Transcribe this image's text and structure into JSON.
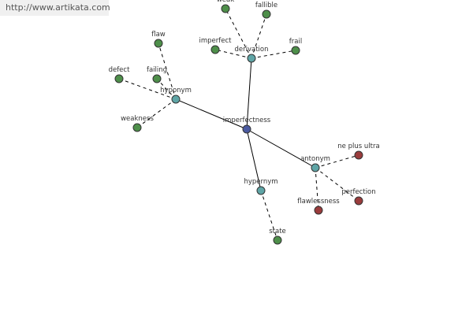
{
  "watermark": {
    "url": "http://www.artikata.com"
  },
  "colors": {
    "root": "#4a5aa0",
    "relation": "#5fa5a6",
    "related_word": "#4e8f4a",
    "antonym_word": "#9a3c3c"
  },
  "graph": {
    "root": {
      "label": "imperfectness"
    },
    "relations": [
      {
        "label": "hyponym",
        "words": [
          "flaw",
          "defect",
          "failing",
          "weakness"
        ]
      },
      {
        "label": "derivation",
        "words": [
          "weak",
          "fallible",
          "imperfect",
          "frail"
        ]
      },
      {
        "label": "antonym",
        "words": [
          "ne plus ultra",
          "perfection",
          "flawlessness"
        ]
      },
      {
        "label": "hypernym",
        "words": [
          "state"
        ]
      }
    ]
  }
}
